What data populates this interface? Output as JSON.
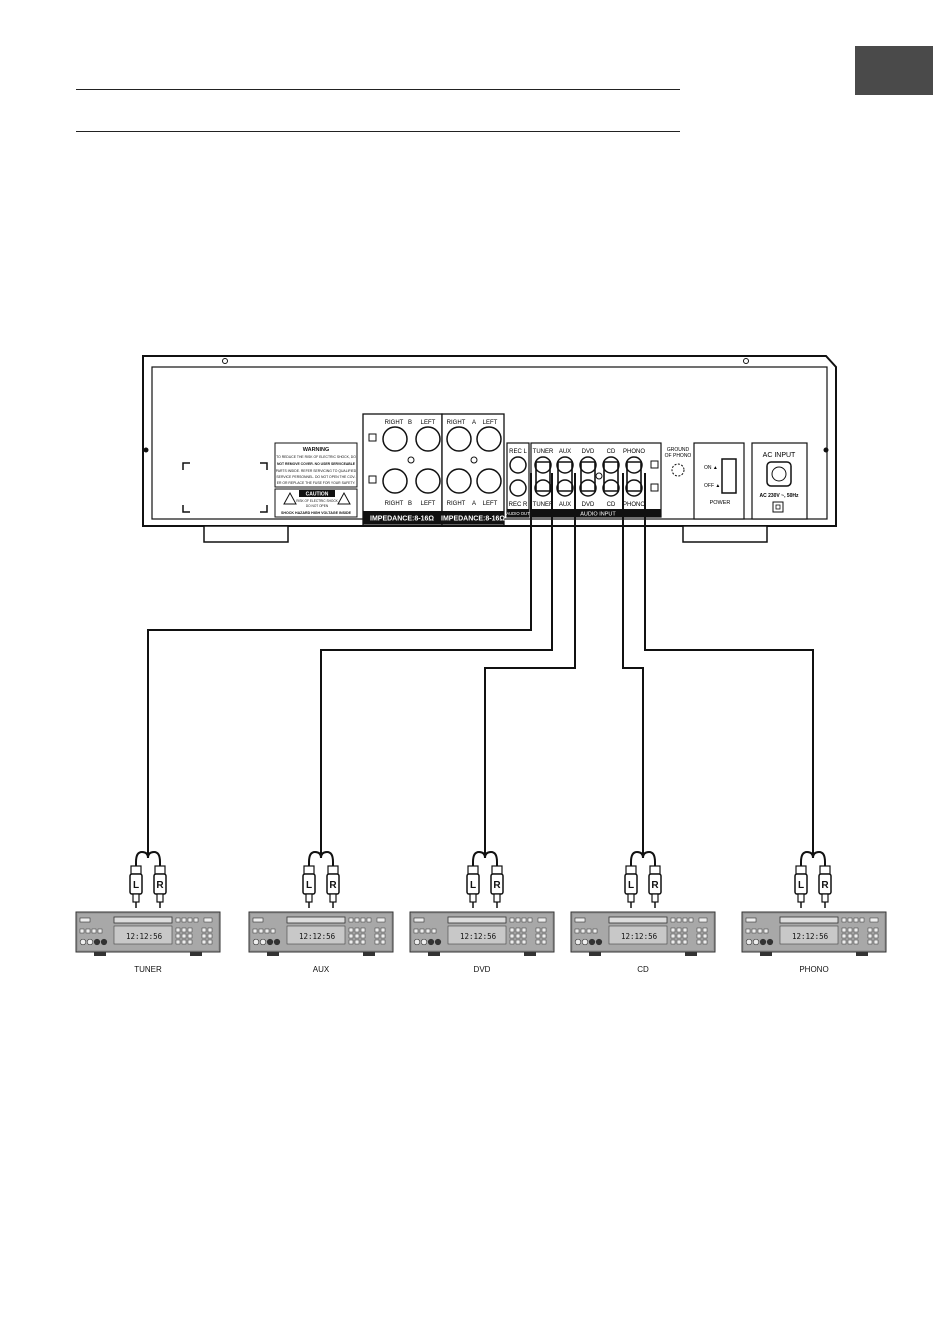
{
  "amplifier": {
    "warning": {
      "title": "WARNING",
      "lines": [
        "TO REDUCE THE RISK OF ELECTRIC SHOCK, DO",
        "NOT REMOVE COVER. NO USER SERVICEABLE",
        "PARTS INSIDE. REFER SERVICING TO QUALIFIED",
        "SERVICE PERSONNEL. DO NOT OPEN THE COV-",
        "ER OR REPLACE THE FUSE FOR YOUR SAFETY."
      ],
      "caution_title": "CAUTION",
      "caution_lines": [
        "RISK OF ELECTRIC SHOCK",
        "DO NOT OPEN"
      ],
      "footer": "SHOCK HAZARD HIGH VOLTAGE INSIDE"
    },
    "speakers_b": {
      "right": "RIGHT",
      "channel": "B",
      "left": "LEFT",
      "impedance": "IMPEDANCE:8-16Ω"
    },
    "speakers_a": {
      "right": "RIGHT",
      "channel": "A",
      "left": "LEFT",
      "impedance": "IMPEDANCE:8-16Ω"
    },
    "audio_out": {
      "rec_l": "REC L",
      "rec_r": "REC R",
      "label": "AUDIO OUT"
    },
    "audio_input": {
      "label": "AUDIO INPUT",
      "jacks": [
        "TUNER",
        "AUX",
        "DVD",
        "CD",
        "PHONO"
      ]
    },
    "ground": {
      "line1": "GROUND",
      "line2": "OF PHONO"
    },
    "power": {
      "on": "ON ▲",
      "off": "OFF ▲",
      "label": "POWER"
    },
    "ac_input": {
      "title": "AC INPUT",
      "rating": "AC 230V ~, 50Hz"
    }
  },
  "devices": [
    {
      "name": "TUNER",
      "display": "12:12:56"
    },
    {
      "name": "AUX",
      "display": "12:12:56"
    },
    {
      "name": "DVD",
      "display": "12:12:56"
    },
    {
      "name": "CD",
      "display": "12:12:56"
    },
    {
      "name": "PHONO",
      "display": "12:12:56"
    }
  ],
  "plug_labels": {
    "left": "L",
    "right": "R"
  }
}
